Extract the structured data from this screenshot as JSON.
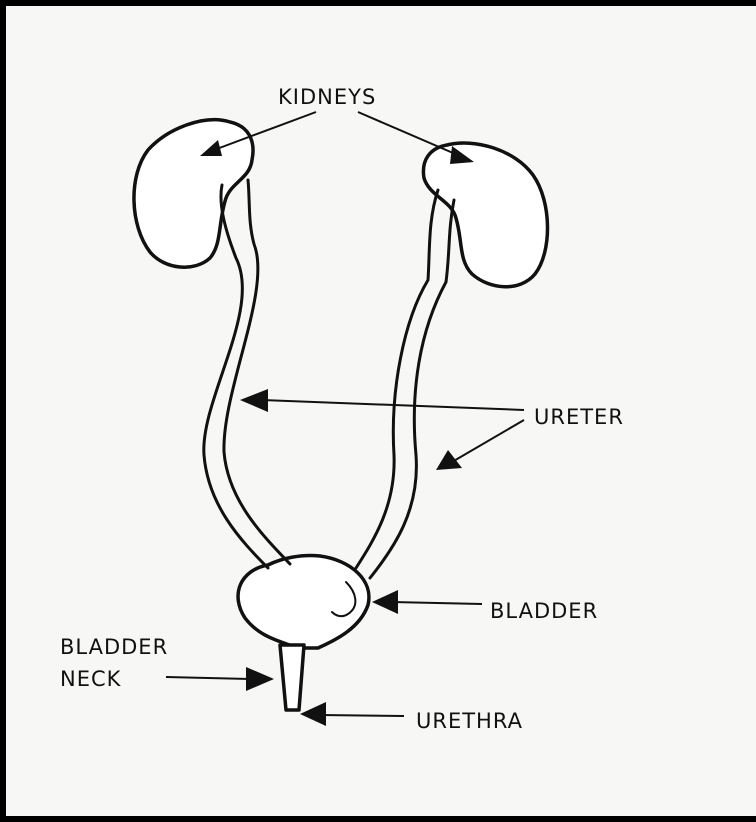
{
  "labels": {
    "kidneys": "KIDNEYS",
    "ureter": "URETER",
    "bladder": "BLADDER",
    "bladder_neck_line1": "BLADDER",
    "bladder_neck_line2": "NECK",
    "urethra": "URETHRA"
  }
}
